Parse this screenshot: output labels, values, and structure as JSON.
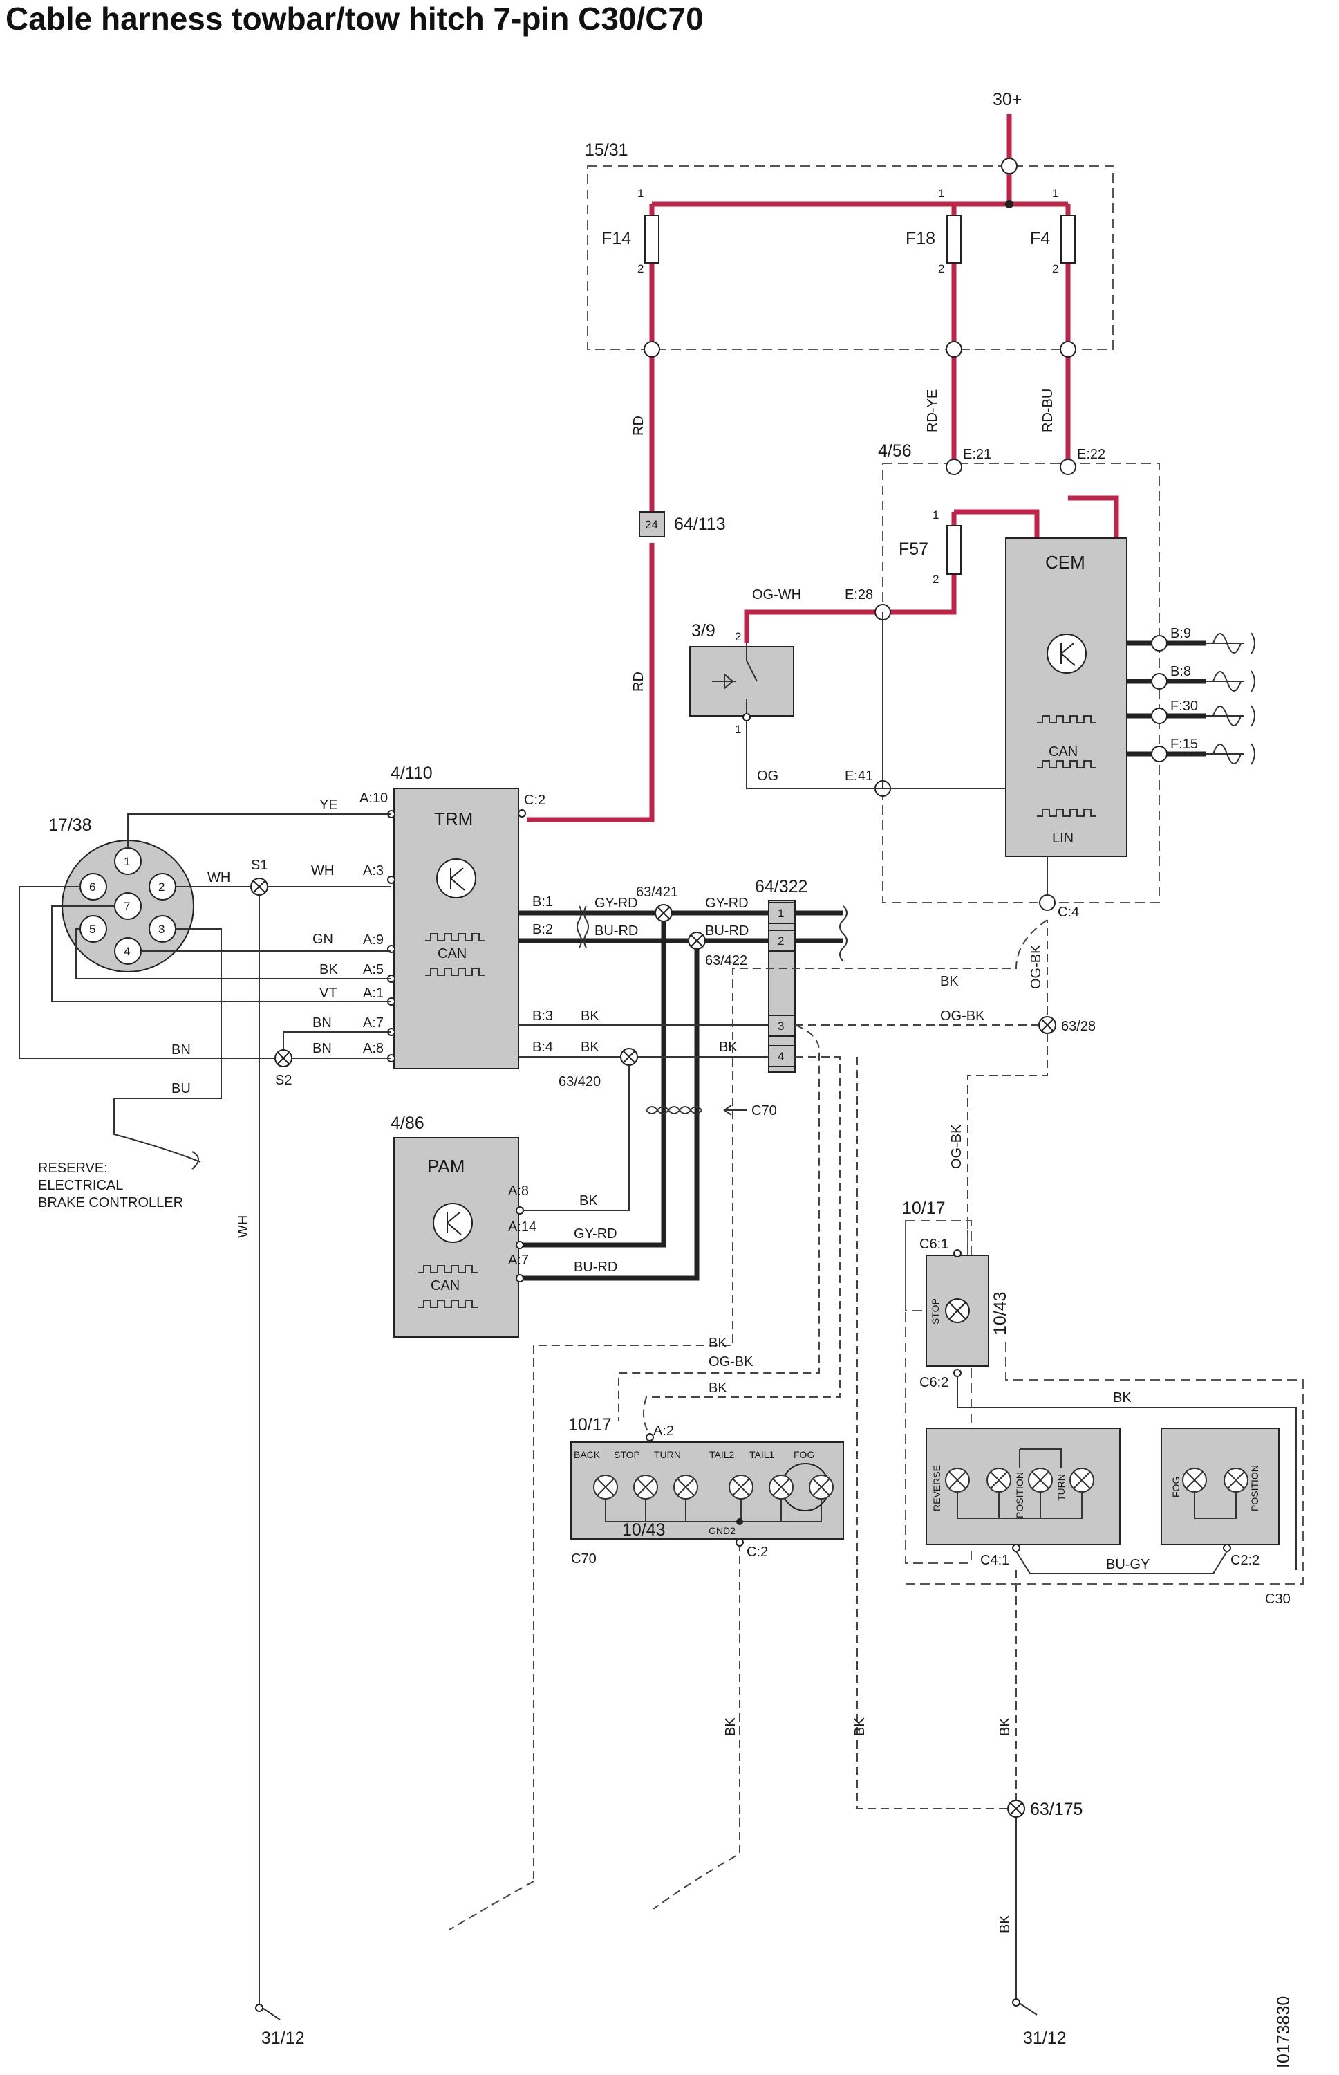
{
  "title": "Cable harness towbar/tow hitch 7-pin C30/C70",
  "figure_id": "I0173830",
  "labels": {
    "supply": "30+",
    "fusebox": "15/31",
    "f14": "F14",
    "f18": "F18",
    "f4": "F4",
    "f57": "F57",
    "pin1": "1",
    "pin2": "2",
    "rd": "RD",
    "rd_ye": "RD-YE",
    "rd_bu": "RD-BU",
    "cem_box": "4/56",
    "e21": "E:21",
    "e22": "E:22",
    "e28": "E:28",
    "e41": "E:41",
    "cem": "CEM",
    "can": "CAN",
    "lin": "LIN",
    "b9": "B:9",
    "b8": "B:8",
    "f30": "F:30",
    "f15": "F:15",
    "c4": "C:4",
    "conn_64_113": "64/113",
    "conn_24": "24",
    "switch": "3/9",
    "og_wh": "OG-WH",
    "og": "OG",
    "socket": "17/38",
    "trm_box": "4/110",
    "trm": "TRM",
    "ye": "YE",
    "wh": "WH",
    "gn": "GN",
    "bk": "BK",
    "vt": "VT",
    "bn": "BN",
    "bu": "BU",
    "a10": "A:10",
    "a3": "A:3",
    "a9": "A:9",
    "a5": "A:5",
    "a1": "A:1",
    "a7": "A:7",
    "a8": "A:8",
    "c2": "C:2",
    "b1": "B:1",
    "b2": "B:2",
    "b3": "B:3",
    "b4": "B:4",
    "gy_rd": "GY-RD",
    "bu_rd": "BU-RD",
    "og_bk": "OG-BK",
    "s1": "S1",
    "s2": "S2",
    "sp_421": "63/421",
    "sp_422": "63/422",
    "sp_420": "63/420",
    "sp_28": "63/28",
    "sp_175": "63/175",
    "conn_64_322": "64/322",
    "c70": "C70",
    "c30": "C30",
    "reserve1": "RESERVE:",
    "reserve2": "ELECTRICAL",
    "reserve3": "BRAKE CONTROLLER",
    "pam_box": "4/86",
    "pam": "PAM",
    "a8p": "A:8",
    "a14": "A:14",
    "a7p": "A:7",
    "lamp_box": "10/17",
    "lamp_sub": "10/43",
    "a2": "A:2",
    "gnd2": "GND2",
    "back": "BACK",
    "stop": "STOP",
    "turn": "TURN",
    "tail2": "TAIL2",
    "tail1": "TAIL1",
    "fog": "FOG",
    "c6_1": "C6:1",
    "c6_2": "C6:2",
    "c4_1": "C4:1",
    "c2_2": "C2:2",
    "reverse": "REVERSE",
    "position": "POSITION",
    "bu_gy": "BU-GY",
    "ground": "31/12",
    "n1": "1",
    "n2": "2",
    "n3": "3",
    "n4": "4",
    "n5": "5",
    "n6": "6",
    "n7": "7"
  }
}
